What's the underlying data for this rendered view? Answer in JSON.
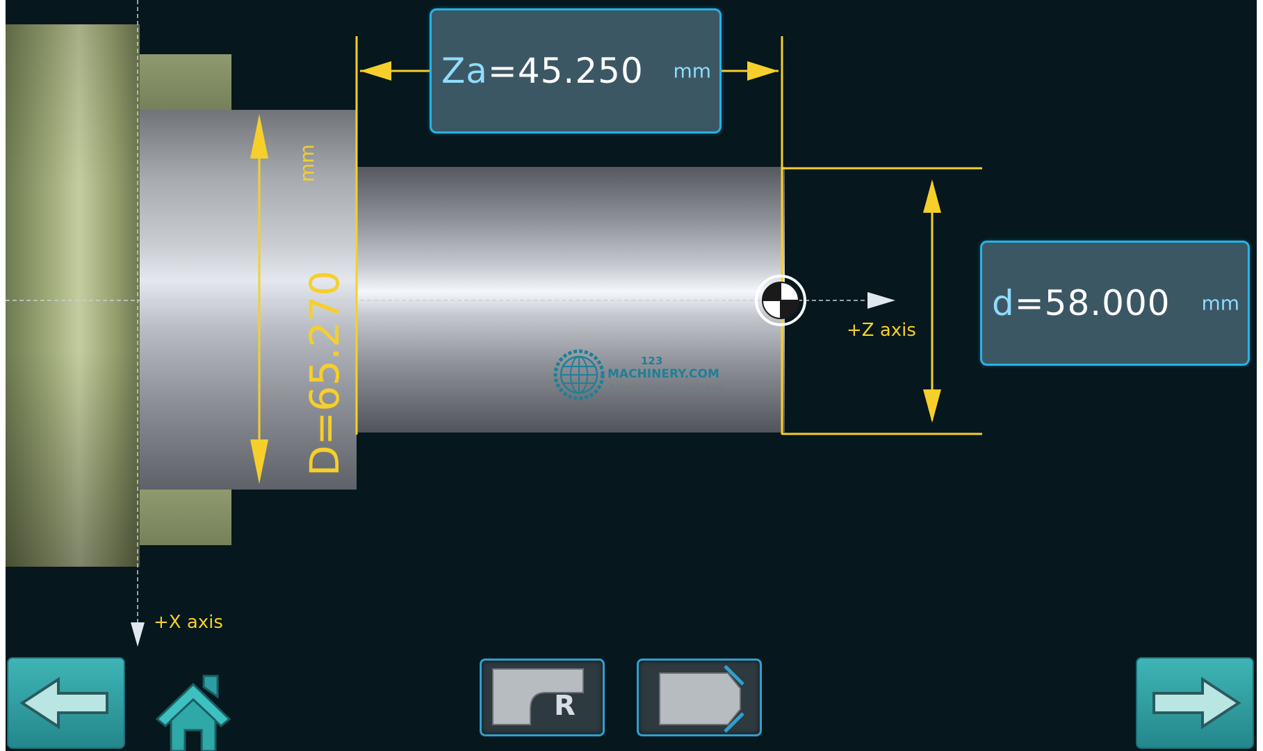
{
  "dimensions": {
    "za": {
      "label": "Za",
      "value": "=45.250",
      "unit": "mm"
    },
    "d": {
      "label": "d",
      "value": "=58.000",
      "unit": "mm"
    },
    "D": {
      "label": "D",
      "value": "=65.270",
      "unit": "mm"
    }
  },
  "axes": {
    "x_label": "+X axis",
    "z_label": "+Z axis"
  },
  "toolbar": {
    "back_icon": "arrow-left-icon",
    "home_icon": "home-icon",
    "radius_tool_letter": "R",
    "radius_tool_icon": "radius-tool-icon",
    "chamfer_tool_icon": "chamfer-tool-icon",
    "next_icon": "arrow-right-icon"
  },
  "watermark": {
    "line1": "123",
    "line2": "MACHINERY.COM",
    "line3": "Buying and selling made easy"
  },
  "colors": {
    "background": "#06171d",
    "dimension": "#f6cf2a",
    "box_border": "#25b3e6",
    "box_fill": "#3c5764",
    "nav_button": "#2c9ea3"
  }
}
